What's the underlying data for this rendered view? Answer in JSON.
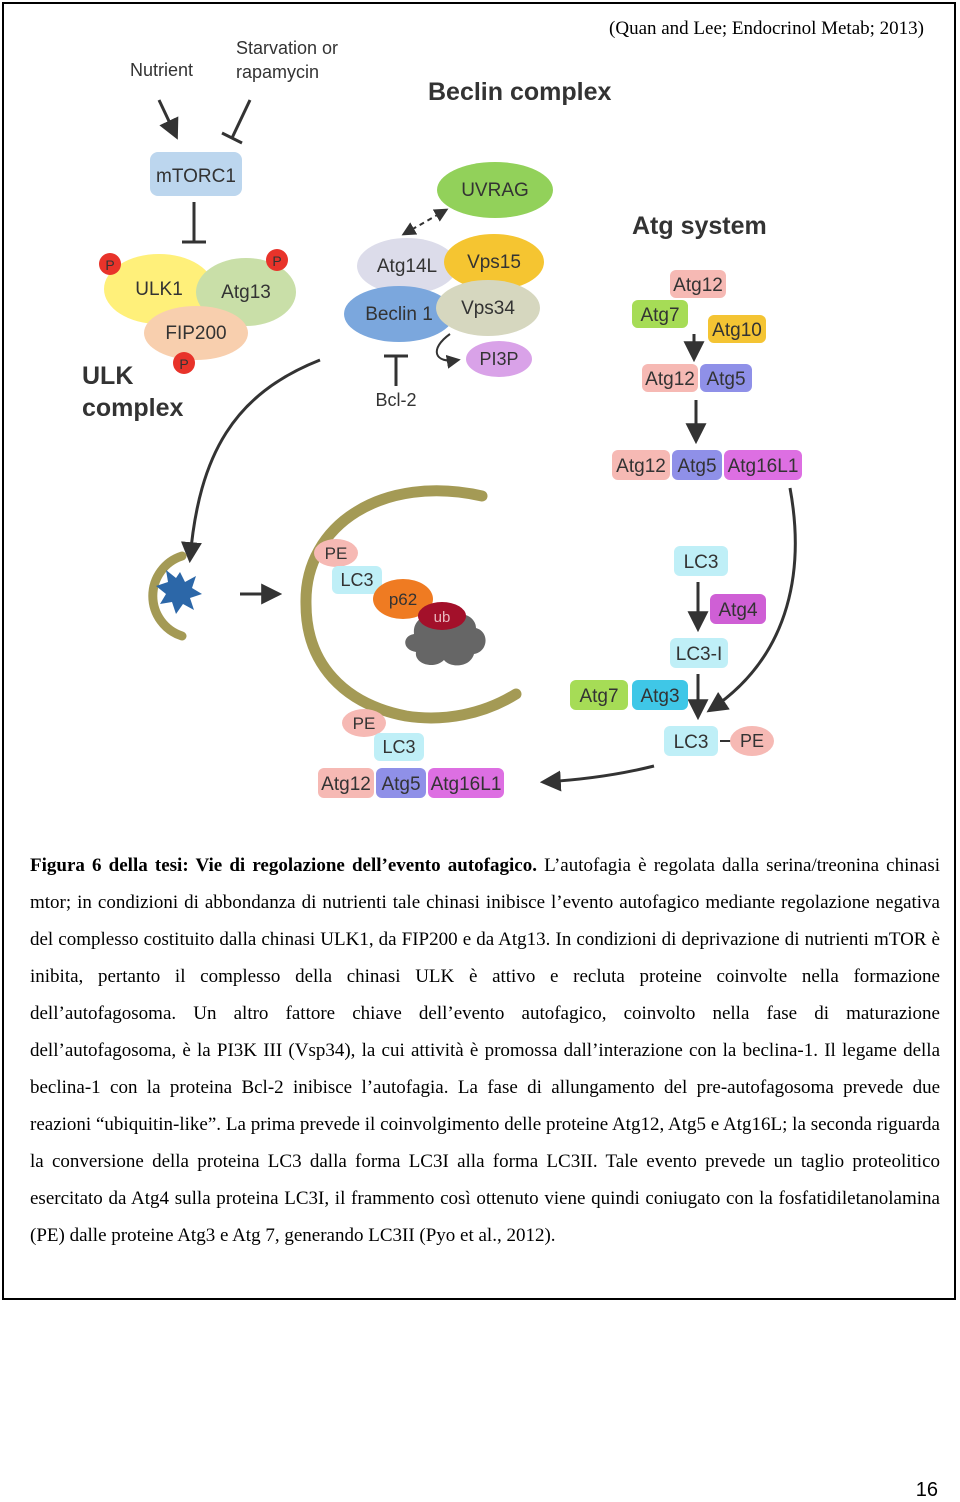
{
  "citation": "(Quan and Lee; Endocrinol Metab; 2013)",
  "diagram": {
    "inputs": {
      "nutrient": "Nutrient",
      "starvation_line1": "Starvation or",
      "starvation_line2": "rapamycin"
    },
    "beclin_complex_title": "Beclin complex",
    "atg_system_title": "Atg system",
    "ulk_complex_line1": "ULK",
    "ulk_complex_line2": "complex",
    "nodes": {
      "mtorc1": "mTORC1",
      "ulk1": "ULK1",
      "atg13": "Atg13",
      "fip200": "FIP200",
      "p": "P",
      "uvrag": "UVRAG",
      "atg14l": "Atg14L",
      "vps15": "Vps15",
      "beclin1": "Beclin 1",
      "vps34": "Vps34",
      "pi3p": "PI3P",
      "bcl2": "Bcl-2",
      "atg12": "Atg12",
      "atg7": "Atg7",
      "atg10": "Atg10",
      "atg5": "Atg5",
      "atg16l1": "Atg16L1",
      "lc3": "LC3",
      "atg4": "Atg4",
      "lc3i": "LC3-I",
      "atg3": "Atg3",
      "pe": "PE",
      "p62": "p62",
      "ub": "ub"
    },
    "colors": {
      "mtorc1": "#bcd6ee",
      "ulk1": "#fff07a",
      "atg13": "#c9dfa8",
      "fip200": "#f8cfae",
      "p": "#e8332a",
      "uvrag": "#92d15a",
      "atg14l": "#dcdcea",
      "vps15": "#f5c531",
      "beclin1": "#7ba7dd",
      "vps34": "#d6d7bf",
      "pi3p": "#d9a2e8",
      "atg12": "#f6b9b4",
      "atg7": "#a6dc56",
      "atg10": "#f4c433",
      "atg5": "#8f90e8",
      "atg16l1": "#dd6fe2",
      "lc3": "#bfeff7",
      "atg4": "#cf5fd5",
      "atg3": "#3fc7e7",
      "pe": "#f6b9b4",
      "p62": "#ef7b22",
      "ub": "#a3102a",
      "membrane": "#a49a55",
      "arrow": "#333333",
      "cargo": "#666666",
      "star": "#2c67a8"
    }
  },
  "caption": {
    "bold": "Figura 6 della tesi: Vie di regolazione dell’evento autofagico.",
    "text": " L’autofagia è regolata dalla serina/treonina chinasi mtor; in condizioni di abbondanza di nutrienti tale chinasi inibisce l’evento autofagico mediante regolazione negativa del complesso costituito dalla chinasi ULK1, da FIP200 e da Atg13. In condizioni di deprivazione di nutrienti mTOR è inibita, pertanto il complesso della chinasi ULK è attivo e recluta proteine coinvolte nella formazione dell’autofagosoma. Un altro fattore chiave dell’evento autofagico, coinvolto nella fase di maturazione dell’autofagosoma, è la PI3K III (Vsp34), la cui attività è promossa dall’interazione con la beclina-1. Il legame della beclina-1 con la proteina Bcl-2 inibisce l’autofagia. La fase di allungamento del pre-autofagosoma prevede due reazioni “ubiquitin-like”. La prima prevede il coinvolgimento delle proteine Atg12, Atg5 e Atg16L; la seconda riguarda la conversione della proteina LC3 dalla forma LC3I alla forma LC3II. Tale evento prevede un taglio proteolitico esercitato da Atg4 sulla proteina LC3I, il frammento così ottenuto viene quindi coniugato con la fosfatidiletanolamina (PE) dalle proteine Atg3 e Atg 7, generando LC3II (Pyo et al., 2012)."
  },
  "page_number": "16"
}
